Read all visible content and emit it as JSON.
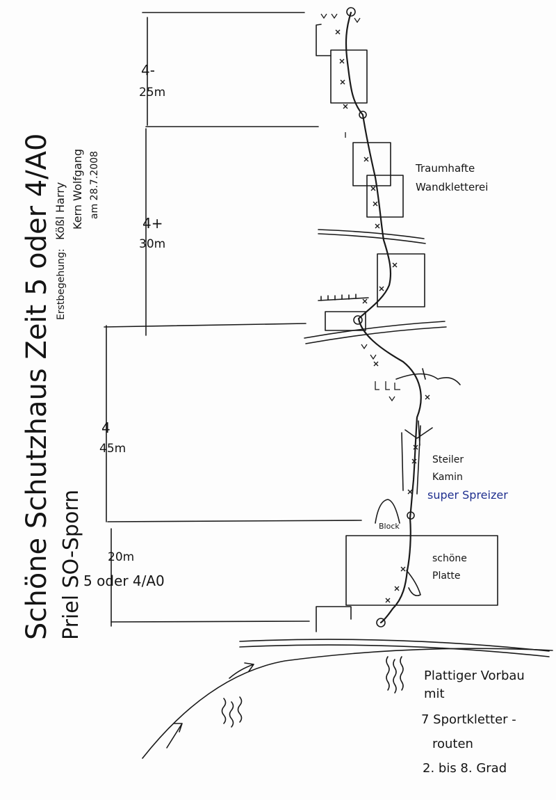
{
  "title": {
    "line1": "Schöne Schutzhaus Zeit 5 oder 4/A0",
    "line2": "Priel SO-Sporn"
  },
  "first_ascent": {
    "label": "Erstbegehung:",
    "names_1": "Kößl Harry",
    "names_2": "Kern Wolfgang",
    "date": "am 28.7.2008"
  },
  "pitches": [
    {
      "grade": "4-",
      "length": "25m"
    },
    {
      "grade": "4+",
      "length": "30m"
    },
    {
      "grade": "4",
      "length": "45m"
    },
    {
      "grade": "5 oder 4/A0",
      "length": "20m"
    }
  ],
  "annotations": {
    "traumhafte_1": "Traumhafte",
    "traumhafte_2": "Wandkletterei",
    "steiler_1": "Steiler",
    "steiler_2": "Kamin",
    "super": "super Spreizer",
    "block": "Block",
    "platte_1": "schöne",
    "platte_2": "Platte"
  },
  "vorbau": {
    "line1": "Plattiger Vorbau",
    "line2": "mit",
    "line3": "7 Sportkletter -",
    "line4": "routen",
    "line5": "2. bis 8. Grad"
  },
  "colors": {
    "ink": "#141414",
    "blue_ink": "#1f2f8f"
  }
}
